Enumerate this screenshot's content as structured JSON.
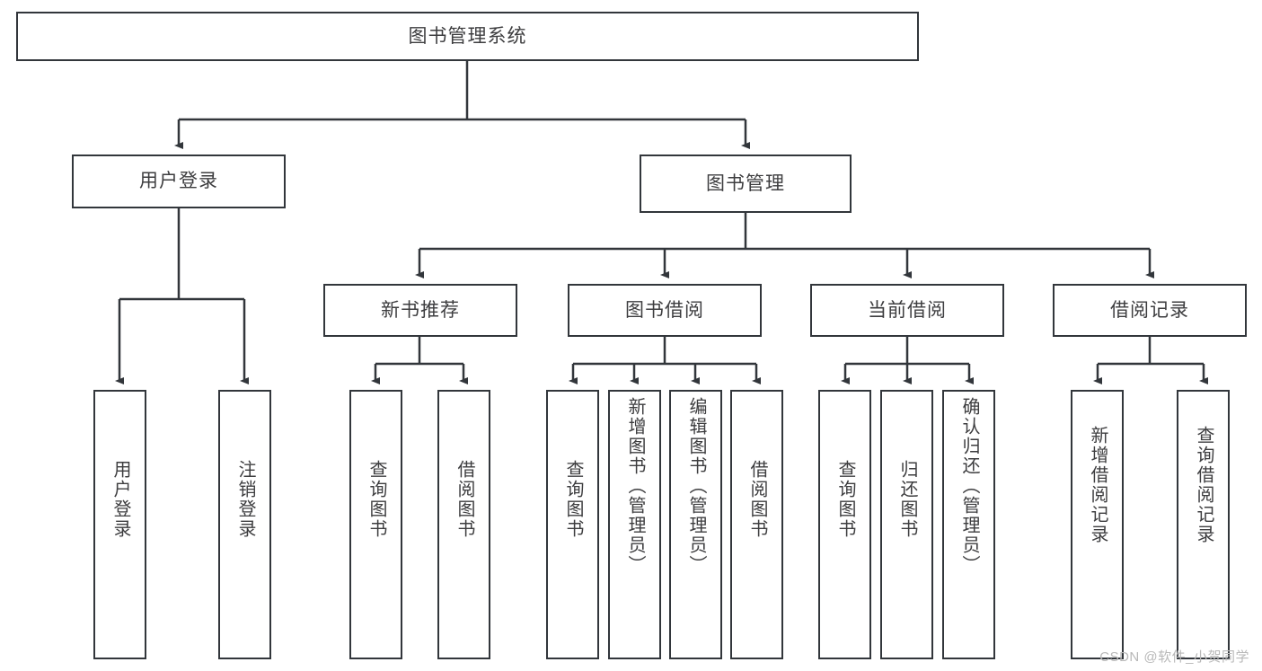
{
  "diagram": {
    "title": "图书管理系统",
    "type": "hierarchy-tree",
    "root": {
      "id": "root",
      "label": "图书管理系统"
    },
    "level1": [
      {
        "id": "user-login",
        "label": "用户登录"
      },
      {
        "id": "book-manage",
        "label": "图书管理"
      }
    ],
    "level2": [
      {
        "id": "new-book-rec",
        "label": "新书推荐",
        "parent": "book-manage"
      },
      {
        "id": "book-borrow",
        "label": "图书借阅",
        "parent": "book-manage"
      },
      {
        "id": "current-borrow",
        "label": "当前借阅",
        "parent": "book-manage"
      },
      {
        "id": "borrow-record",
        "label": "借阅记录",
        "parent": "book-manage"
      }
    ],
    "leaves": [
      {
        "id": "leaf-user-login",
        "label": "用户登录",
        "parent": "user-login"
      },
      {
        "id": "leaf-logout",
        "label": "注销登录",
        "parent": "user-login"
      },
      {
        "id": "leaf-query-book-1",
        "label": "查询图书",
        "parent": "new-book-rec"
      },
      {
        "id": "leaf-borrow-book-1",
        "label": "借阅图书",
        "parent": "new-book-rec"
      },
      {
        "id": "leaf-query-book-2",
        "label": "查询图书",
        "parent": "book-borrow"
      },
      {
        "id": "leaf-add-book",
        "label": "新增图书（管理员）",
        "parent": "book-borrow"
      },
      {
        "id": "leaf-edit-book",
        "label": "编辑图书（管理员）",
        "parent": "book-borrow"
      },
      {
        "id": "leaf-borrow-book-2",
        "label": "借阅图书",
        "parent": "book-borrow"
      },
      {
        "id": "leaf-query-book-3",
        "label": "查询图书",
        "parent": "current-borrow"
      },
      {
        "id": "leaf-return-book",
        "label": "归还图书",
        "parent": "current-borrow"
      },
      {
        "id": "leaf-confirm-return",
        "label": "确认归还（管理员）",
        "parent": "current-borrow"
      },
      {
        "id": "leaf-add-record",
        "label": "新增借阅记录",
        "parent": "borrow-record"
      },
      {
        "id": "leaf-query-record",
        "label": "查询借阅记录",
        "parent": "borrow-record"
      }
    ]
  },
  "watermark": {
    "text": "CSDN @软件_小贺同学"
  },
  "colors": {
    "stroke": "#32363b",
    "text": "#3d3d3f",
    "background": "#ffffff",
    "watermark": "#b8b8b8"
  }
}
